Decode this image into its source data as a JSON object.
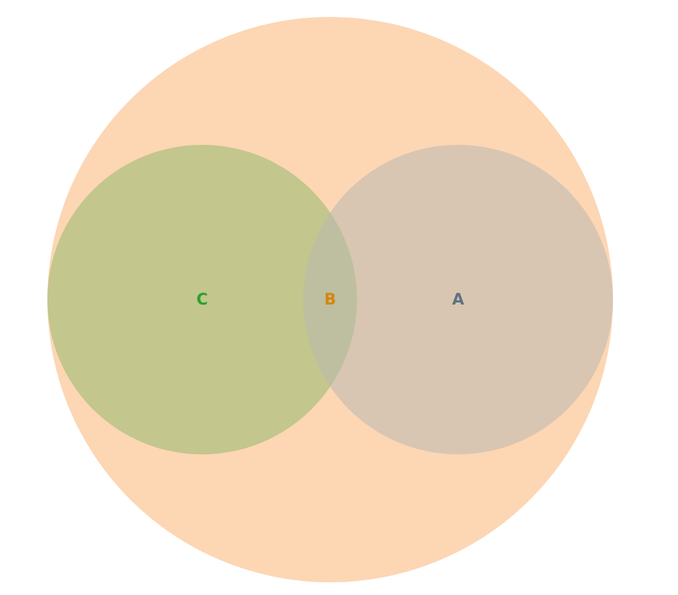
{
  "diagram": {
    "type": "venn",
    "sets": [
      {
        "id": "outer",
        "label": "",
        "color": "#fdd6b4",
        "opacity": 1.0
      },
      {
        "id": "C",
        "label": "C",
        "color": "#a9bf7c",
        "opacity": 0.7,
        "label_color": "#2ca02c"
      },
      {
        "id": "A",
        "label": "A",
        "color": "#b9b9b1",
        "opacity": 0.55,
        "label_color": "#5f7282"
      }
    ],
    "intersection_label": {
      "text": "B",
      "color": "#d4860f"
    }
  }
}
